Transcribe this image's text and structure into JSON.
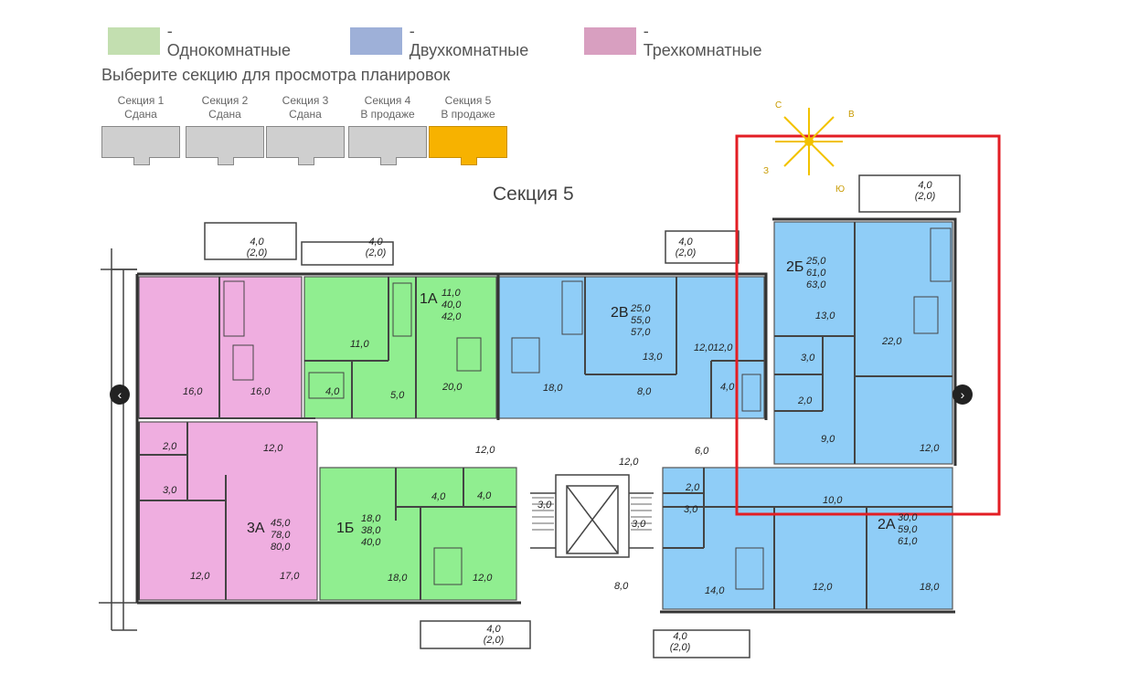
{
  "legend": [
    {
      "label": "- Однокомнатные",
      "color": "#c3dfb0"
    },
    {
      "label": "- Двухкомнатные",
      "color": "#9eb0d8"
    },
    {
      "label": "- Трехкомнатные",
      "color": "#d89fc0"
    }
  ],
  "instruction": "Выберите секцию для просмотра планировок",
  "sections": [
    {
      "name": "Секция 1",
      "status": "Сдана"
    },
    {
      "name": "Секция 2",
      "status": "Сдана"
    },
    {
      "name": "Секция 3",
      "status": "Сдана"
    },
    {
      "name": "Секция 4",
      "status": "В продаже"
    },
    {
      "name": "Секция 5",
      "status": "В продаже"
    }
  ],
  "plan": {
    "title": "Секция 5",
    "apartments": {
      "a3A": {
        "code": "3А",
        "areas": [
          "45,0",
          "78,0",
          "80,0"
        ]
      },
      "a1A": {
        "code": "1А",
        "areas": [
          "11,0",
          "40,0",
          "42,0"
        ]
      },
      "a2V": {
        "code": "2В",
        "areas": [
          "25,0",
          "55,0",
          "57,0"
        ]
      },
      "a2B": {
        "code": "2Б",
        "areas": [
          "25,0",
          "61,0",
          "63,0"
        ]
      },
      "a1B": {
        "code": "1Б",
        "areas": [
          "18,0",
          "38,0",
          "40,0"
        ]
      },
      "a2A": {
        "code": "2А",
        "areas": [
          "30,0",
          "59,0",
          "61,0"
        ]
      }
    },
    "rooms": {
      "r1": "16,0",
      "r2": "16,0",
      "r3": "2,0",
      "r4": "3,0",
      "r5": "12,0",
      "r6": "12,0",
      "r7": "17,0",
      "r8": "11,0",
      "r9": "4,0",
      "r10": "5,0",
      "r11": "20,0",
      "r12": "18,0",
      "r13": "13,0",
      "r14": "12,0",
      "r15": "8,0",
      "r16": "4,0",
      "r17": "13,0",
      "r18": "22,0",
      "r19": "3,0",
      "r20": "2,0",
      "r21": "9,0",
      "r22": "12,0",
      "r23": "12,0",
      "r24": "4,0",
      "r25": "4,0",
      "r26": "12,0",
      "r27": "18,0",
      "r28": "12,0",
      "r29": "12,0",
      "r30": "3,0",
      "r31": "3,0",
      "r32": "8,0",
      "r33": "6,0",
      "r34": "2,0",
      "r35": "3,0",
      "r36": "14,0",
      "r37": "10,0",
      "r38": "12,0",
      "r39": "18,0"
    },
    "balconies": {
      "b1": {
        "area": "4,0",
        "sub": "(2,0)"
      },
      "b2": {
        "area": "4,0",
        "sub": "(2,0)"
      },
      "b3": {
        "area": "4,0",
        "sub": "(2,0)"
      },
      "b4": {
        "area": "4,0",
        "sub": "(2,0)"
      },
      "b5": {
        "area": "4,0",
        "sub": "(2,0)"
      },
      "b6": {
        "area": "4,0",
        "sub": "(2,0)"
      }
    },
    "compass": {
      "n": "С",
      "e": "В",
      "s": "Ю",
      "w": "З"
    }
  },
  "nav": {
    "prev": "‹",
    "next": "›"
  },
  "colors": {
    "green": "#90ee90",
    "blue": "#8fcdf7",
    "pink": "#efaee0",
    "highlight": "#e31e24",
    "active_section": "#f7b200"
  }
}
